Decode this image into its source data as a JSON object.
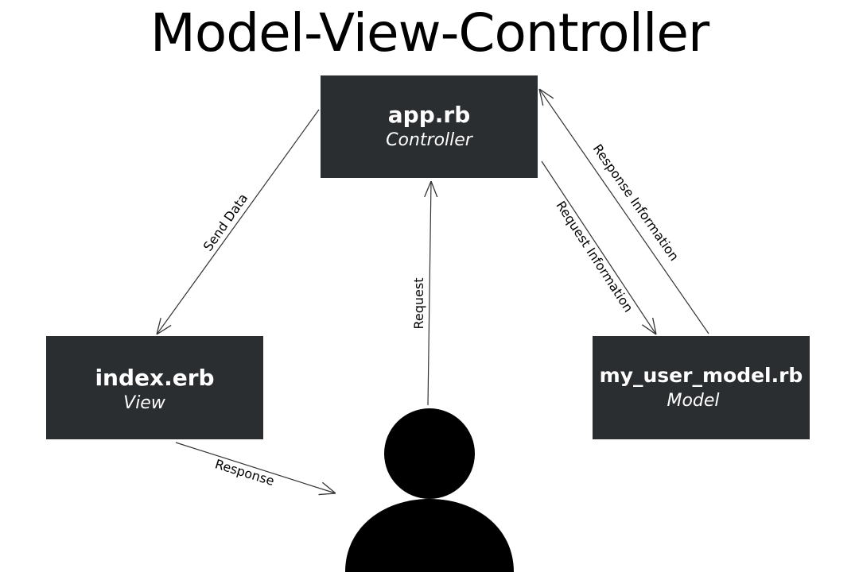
{
  "title": "Model-View-Controller",
  "nodes": {
    "controller": {
      "name": "app.rb",
      "role": "Controller"
    },
    "view": {
      "name": "index.erb",
      "role": "View"
    },
    "model": {
      "name": "my_user_model.rb",
      "role": "Model"
    }
  },
  "edges": {
    "send_data": "Send Data",
    "request": "Request",
    "request_information": "Request Information",
    "response_information": "Response Information",
    "response": "Response"
  },
  "colors": {
    "box_fill": "#2b2e31",
    "box_text": "#ffffff",
    "line": "#333333",
    "user": "#000000"
  },
  "icons": {
    "user": "user-silhouette-icon"
  }
}
